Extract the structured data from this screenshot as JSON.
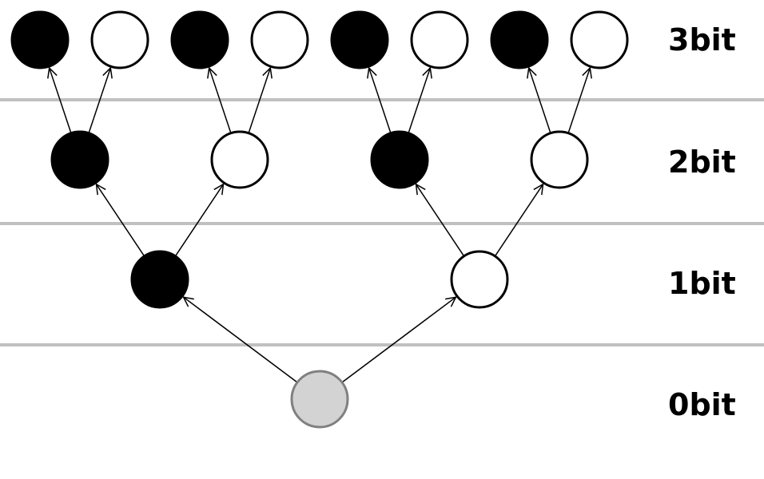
{
  "levels": [
    {
      "label": "0bit",
      "bits": 0
    },
    {
      "label": "1bit",
      "bits": 1
    },
    {
      "label": "2bit",
      "bits": 2
    },
    {
      "label": "3bit",
      "bits": 3
    }
  ],
  "nodes": [
    {
      "id": "n0",
      "level": 0,
      "fill": "gray"
    },
    {
      "id": "n1a",
      "level": 1,
      "fill": "black",
      "parent": "n0"
    },
    {
      "id": "n1b",
      "level": 1,
      "fill": "white",
      "parent": "n0"
    },
    {
      "id": "n2a",
      "level": 2,
      "fill": "black",
      "parent": "n1a"
    },
    {
      "id": "n2b",
      "level": 2,
      "fill": "white",
      "parent": "n1a"
    },
    {
      "id": "n2c",
      "level": 2,
      "fill": "black",
      "parent": "n1b"
    },
    {
      "id": "n2d",
      "level": 2,
      "fill": "white",
      "parent": "n1b"
    },
    {
      "id": "n3a",
      "level": 3,
      "fill": "black",
      "parent": "n2a"
    },
    {
      "id": "n3b",
      "level": 3,
      "fill": "white",
      "parent": "n2a"
    },
    {
      "id": "n3c",
      "level": 3,
      "fill": "black",
      "parent": "n2b"
    },
    {
      "id": "n3d",
      "level": 3,
      "fill": "white",
      "parent": "n2b"
    },
    {
      "id": "n3e",
      "level": 3,
      "fill": "black",
      "parent": "n2c"
    },
    {
      "id": "n3f",
      "level": 3,
      "fill": "white",
      "parent": "n2c"
    },
    {
      "id": "n3g",
      "level": 3,
      "fill": "black",
      "parent": "n2d"
    },
    {
      "id": "n3h",
      "level": 3,
      "fill": "white",
      "parent": "n2d"
    }
  ],
  "colors": {
    "black_node": "#000000",
    "white_node": "#ffffff",
    "gray_node": "#d3d3d3",
    "gray_node_stroke": "#808080",
    "separator": "#c0c0c0",
    "edge": "#000000"
  }
}
